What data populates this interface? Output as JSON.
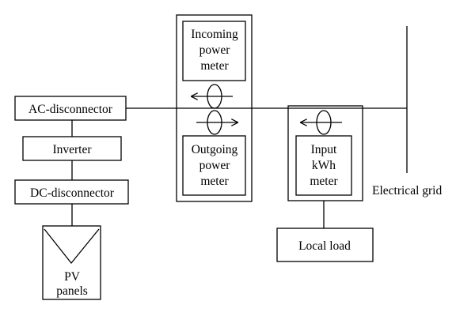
{
  "labels": {
    "ac_disconnector": "AC-disconnector",
    "inverter": "Inverter",
    "dc_disconnector": "DC-disconnector",
    "pv_panels_line1": "PV",
    "pv_panels_line2": "panels",
    "incoming_line1": "Incoming",
    "incoming_line2": "power",
    "incoming_line3": "meter",
    "outgoing_line1": "Outgoing",
    "outgoing_line2": "power",
    "outgoing_line3": "meter",
    "input_line1": "Input",
    "input_line2": "kWh",
    "input_line3": "meter",
    "local_load": "Local load",
    "electrical_grid": "Electrical grid"
  }
}
